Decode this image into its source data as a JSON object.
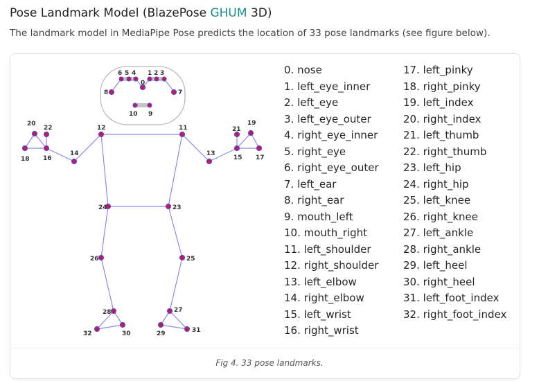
{
  "header": {
    "title_prefix": "Pose Landmark Model (BlazePose ",
    "title_link": "GHUM",
    "title_suffix": " 3D)",
    "intro": "The landmark model in MediaPipe Pose predicts the location of 33 pose landmarks (see figure below)."
  },
  "landmarks_col1": [
    "0. nose",
    "1. left_eye_inner",
    "2. left_eye",
    "3. left_eye_outer",
    "4. right_eye_inner",
    "5. right_eye",
    "6. right_eye_outer",
    "7. left_ear",
    "8. right_ear",
    "9. mouth_left",
    "10. mouth_right",
    "11. left_shoulder",
    "12. right_shoulder",
    "13. left_elbow",
    "14. right_elbow",
    "15. left_wrist",
    "16. right_wrist"
  ],
  "landmarks_col2": [
    "17. left_pinky",
    "18. right_pinky",
    "19. left_index",
    "20. right_index",
    "21. left_thumb",
    "22. right_thumb",
    "23. left_hip",
    "24. right_hip",
    "25. left_knee",
    "26. right_knee",
    "27. left_ankle",
    "28. right_ankle",
    "29. left_heel",
    "30. right_heel",
    "31. left_foot_index",
    "32. right_foot_index"
  ],
  "figure": {
    "caption": "Fig 4. 33 pose landmarks.",
    "labels": {
      "0": "0",
      "1": "1",
      "2": "2",
      "3": "3",
      "4": "4",
      "5": "5",
      "6": "6",
      "7": "7",
      "8": "8",
      "9": "9",
      "10": "10",
      "11": "11",
      "12": "12",
      "13": "13",
      "14": "14",
      "15": "15",
      "16": "16",
      "17": "17",
      "18": "18",
      "19": "19",
      "20": "20",
      "21": "21",
      "22": "22",
      "23": "23",
      "24": "24",
      "25": "25",
      "26": "26",
      "27": "27",
      "28": "28",
      "29": "29",
      "30": "30",
      "31": "31",
      "32": "32"
    }
  },
  "colors": {
    "link": "#1a8c8c",
    "point": "#c2185b",
    "bone": "#8a8ae8"
  }
}
